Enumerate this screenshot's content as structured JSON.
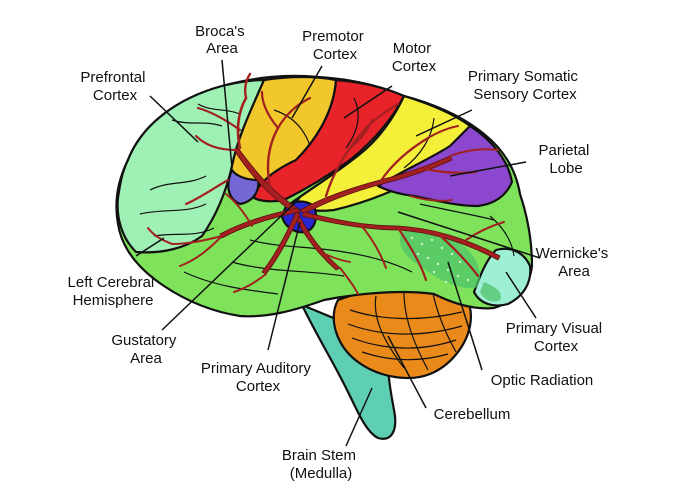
{
  "labels": {
    "brocas_area": [
      "Broca's",
      "Area"
    ],
    "premotor_cortex": [
      "Premotor",
      "Cortex"
    ],
    "motor_cortex": [
      "Motor",
      "Cortex"
    ],
    "primary_somatic_sensory_cortex": [
      "Primary Somatic",
      "Sensory Cortex"
    ],
    "prefrontal_cortex": [
      "Prefrontal",
      "Cortex"
    ],
    "parietal_lobe": [
      "Parietal",
      "Lobe"
    ],
    "wernickes_area": [
      "Wernicke's",
      "Area"
    ],
    "left_cerebral_hemisphere": [
      "Left Cerebral",
      "Hemisphere"
    ],
    "primary_visual_cortex": [
      "Primary Visual",
      "Cortex"
    ],
    "gustatory_area": [
      "Gustatory",
      "Area"
    ],
    "primary_auditory_cortex": [
      "Primary Auditory",
      "Cortex"
    ],
    "optic_radiation": [
      "Optic Radiation"
    ],
    "cerebellum": [
      "Cerebellum"
    ],
    "brain_stem": [
      "Brain Stem",
      "(Medulla)"
    ]
  },
  "colors": {
    "cerebrum_green": "#7ee35a",
    "prefrontal_mint": "#9ff0b4",
    "premotor_yellow": "#f2c72c",
    "motor_red": "#e8242a",
    "sensory_yellow": "#f4f03a",
    "parietal_purple": "#8b48cf",
    "gustatory_purple": "#7468d6",
    "auditory_blue": "#2626d4",
    "visual_teal": "#9ef0d4",
    "wernicke_dots": "#4fc36a",
    "cerebellum_orange": "#e98a1a",
    "brainstem_teal": "#5fcfb4",
    "vessel_red": "#a32020"
  }
}
